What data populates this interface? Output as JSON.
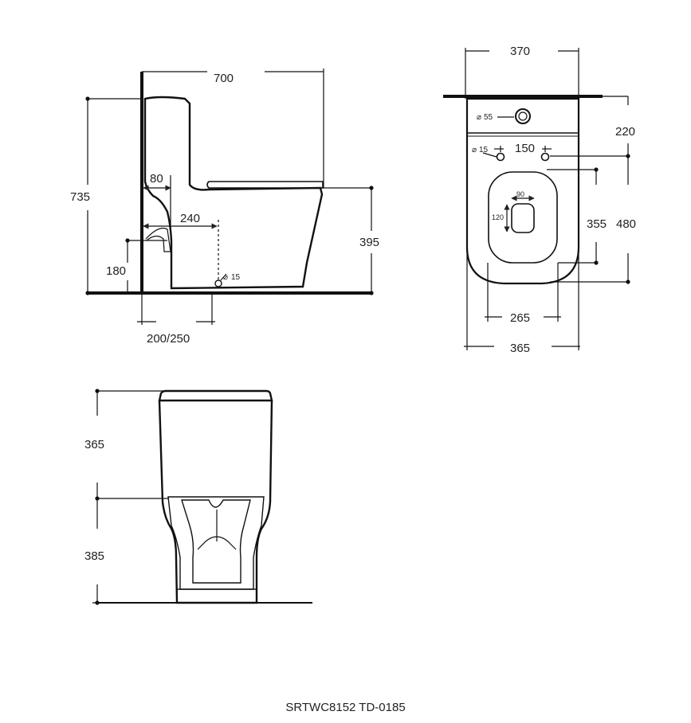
{
  "side_view": {
    "length": "700",
    "height": "735",
    "wall_offset": "80",
    "outlet_offset": "240",
    "seat_height": "395",
    "inlet_height": "180",
    "rough_in": "200/250",
    "outlet_dia": "15"
  },
  "top_view": {
    "tank_width": "370",
    "tank_hole": "55",
    "tank_depth": "220",
    "fix_hole": "15",
    "fix_spacing": "150",
    "bowl_length_inner": "355",
    "bowl_length_outer": "480",
    "opening_width": "90",
    "opening_length": "120",
    "bowl_width_inner": "265",
    "bowl_width_outer": "365"
  },
  "front_view": {
    "upper_height": "365",
    "lower_height": "385"
  },
  "caption": "SRTWC8152 TD-0185"
}
